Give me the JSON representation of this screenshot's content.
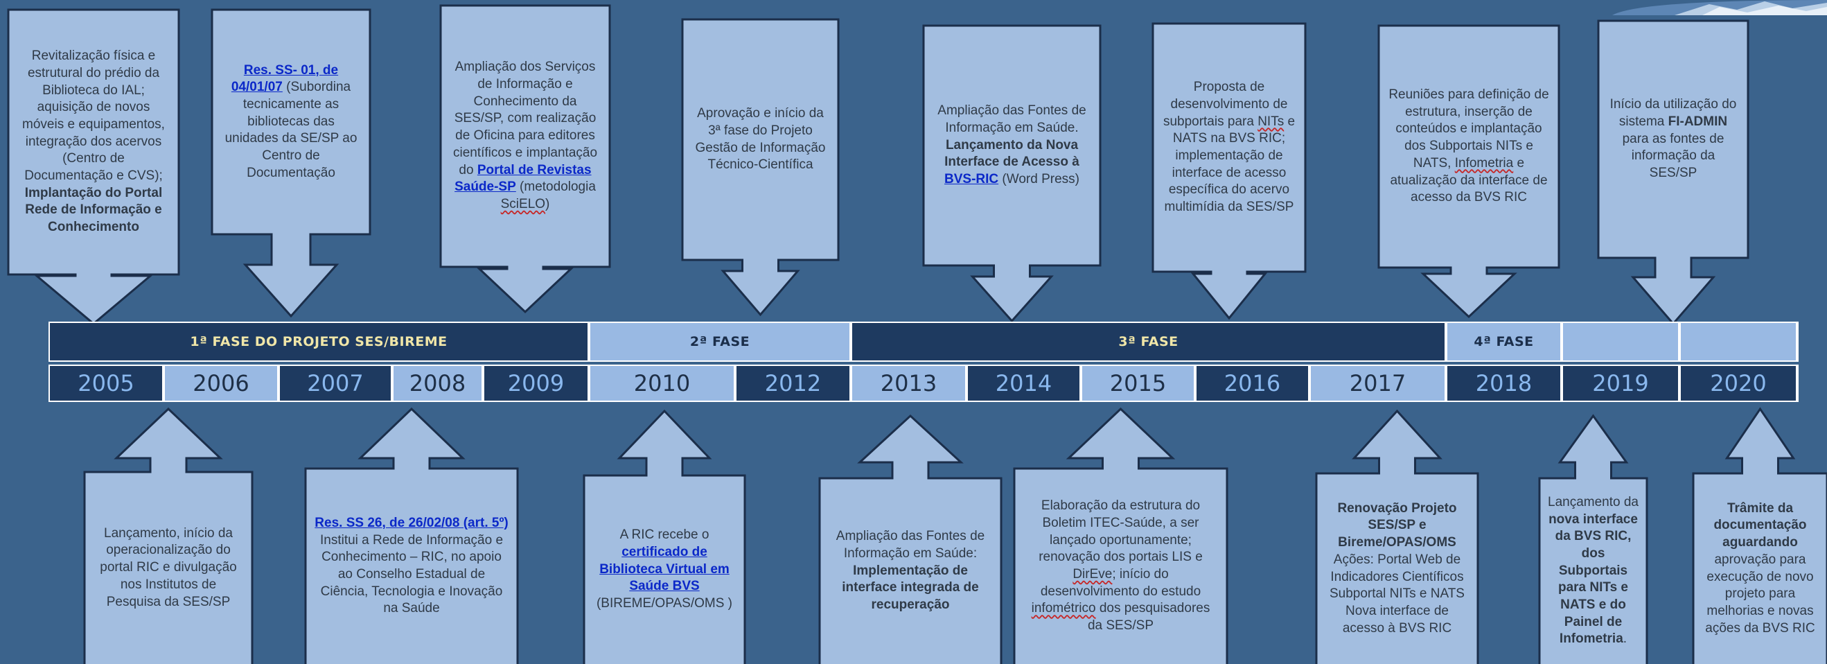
{
  "colors": {
    "background": "#3b638c",
    "callout_fill": "#a3bee0",
    "callout_stroke": "#1b2e4a",
    "bar_dark": "#1e3a60",
    "bar_light": "#99b9e3",
    "text": "#2f3a47",
    "link": "#0b28c8",
    "phase_text_dark": "#f0e6a8",
    "phase_text_light": "#1b2e4a",
    "year_text_dark": "#8ab8ee",
    "year_text_light": "#1e2f46"
  },
  "phases": [
    {
      "label": "1ª FASE DO PROJETO  SES/BIREME",
      "style": "dark"
    },
    {
      "label": "2ª FASE",
      "style": "light"
    },
    {
      "label": "3ª FASE",
      "style": "dark"
    },
    {
      "label": "4ª FASE",
      "style": "light"
    },
    {
      "label": "",
      "style": "light"
    },
    {
      "label": "",
      "style": "light"
    }
  ],
  "years": [
    {
      "label": "2005",
      "style": "dark"
    },
    {
      "label": "2006",
      "style": "light"
    },
    {
      "label": "2007",
      "style": "dark"
    },
    {
      "label": "2008",
      "style": "light"
    },
    {
      "label": "2009",
      "style": "dark"
    },
    {
      "label": "2010",
      "style": "light"
    },
    {
      "label": "2012",
      "style": "dark"
    },
    {
      "label": "2013",
      "style": "light"
    },
    {
      "label": "2014",
      "style": "dark"
    },
    {
      "label": "2015",
      "style": "light"
    },
    {
      "label": "2016",
      "style": "dark"
    },
    {
      "label": "2017",
      "style": "light"
    },
    {
      "label": "2018",
      "style": "dark"
    },
    {
      "label": "2019",
      "style": "dark"
    },
    {
      "label": "2020",
      "style": "dark"
    }
  ],
  "top_callouts": [
    {
      "segments": [
        {
          "t": "Revitalização física e estrutural do prédio da Biblioteca do IAL;  aquisição de novos móveis e equipamentos, integração dos acervos (Centro de Documentação e CVS); "
        },
        {
          "t": "Implantação do Portal Rede de Informação e Conhecimento",
          "s": "b"
        }
      ]
    },
    {
      "segments": [
        {
          "t": "Res. SS- 01, de 04/01/07",
          "s": "link"
        },
        {
          "t": " (Subordina tecnicamente as bibliotecas  das unidades da SE/SP ao Centro de Documentação"
        }
      ]
    },
    {
      "segments": [
        {
          "t": "Ampliação dos Serviços de Informação e Conhecimento da SES/SP,  com realização de Oficina para editores científicos e implantação do "
        },
        {
          "t": "Portal de Revistas Saúde-SP",
          "s": "link"
        },
        {
          "t": " (metodologia "
        },
        {
          "t": "SciELO",
          "s": "sq"
        },
        {
          "t": ")"
        }
      ]
    },
    {
      "segments": [
        {
          "t": "Aprovação  e início da 3ª fase do Projeto Gestão de Informação Técnico-Científica"
        }
      ]
    },
    {
      "segments": [
        {
          "t": "Ampliação das Fontes de Informação em Saúde. "
        },
        {
          "t": "Lançamento da ",
          "s": "b"
        },
        {
          "t": "Nova Interface de Acesso à ",
          "s": "b"
        },
        {
          "t": "BVS-RIC",
          "s": "link"
        },
        {
          "t": "  (Word Press)"
        }
      ]
    },
    {
      "segments": [
        {
          "t": "Proposta de desenvolvimento de subportais para "
        },
        {
          "t": "NITs",
          "s": "sq"
        },
        {
          "t": " e NATS na BVS RIC; implementação de interface de acesso específica do acervo multimídia da SES/SP"
        }
      ]
    },
    {
      "segments": [
        {
          "t": "Reuniões para definição de estrutura, inserção de conteúdos e implantação dos Subportais NITs e NATS, "
        },
        {
          "t": "Infometria",
          "s": "sq"
        },
        {
          "t": " e atualização da interface de acesso da BVS RIC"
        }
      ]
    },
    {
      "segments": [
        {
          "t": "Início da utilização do sistema "
        },
        {
          "t": "FI-ADMIN",
          "s": "b"
        },
        {
          "t": "  para as fontes de informação da SES/SP"
        }
      ]
    }
  ],
  "bottom_callouts": [
    {
      "segments": [
        {
          "t": "Lançamento, início da operacionalização do portal RIC e divulgação nos Institutos de Pesquisa da SES/SP"
        }
      ]
    },
    {
      "segments": [
        {
          "t": "Res. SS 26, de 26/02/08 (art. 5º)",
          "s": "link"
        },
        {
          "t": " Institui a Rede de Informação e Conhecimento – RIC, no apoio ao Conselho Estadual de Ciência, Tecnologia e Inovação na Saúde"
        }
      ]
    },
    {
      "segments": [
        {
          "t": "A RIC recebe o "
        },
        {
          "t": "certificado de Biblioteca  Virtual em Saúde BVS",
          "s": "link"
        },
        {
          "t": " (BIREME/OPAS/OMS )"
        }
      ]
    },
    {
      "segments": [
        {
          "t": "Ampliação das Fontes de Informação em Saúde: "
        },
        {
          "t": "Implementação de ",
          "s": "b"
        },
        {
          "t": "interface integrada de recuperação",
          "s": "b"
        }
      ]
    },
    {
      "segments": [
        {
          "t": "Elaboração da estrutura do Boletim ITEC-Saúde, a ser lançado oportunamente; renovação dos portais LIS e "
        },
        {
          "t": "DirEve",
          "s": "sq"
        },
        {
          "t": "; início do desenvolvimento do estudo "
        },
        {
          "t": "infométrico",
          "s": "sq"
        },
        {
          "t": " dos pesquisadores da SES/SP"
        }
      ]
    },
    {
      "segments": [
        {
          "t": "Renovação  Projeto SES/SP  e Bireme/OPAS/OMS",
          "s": "b"
        },
        {
          "t": " Ações: Portal Web de Indicadores Científicos Subportal NITs e NATS Nova interface de acesso à BVS RIC"
        }
      ]
    },
    {
      "segments": [
        {
          "t": "Lançamento da "
        },
        {
          "t": "nova interface da BVS RIC,  dos ",
          "s": "b"
        },
        {
          "t": "Subportais",
          "s": "b"
        },
        {
          "t": "  para ",
          "s": "b"
        },
        {
          "t": "NITs",
          "s": "b"
        },
        {
          "t": " e NATS  e do Painel de ",
          "s": "b"
        },
        {
          "t": "Infometria",
          "s": "b"
        },
        {
          "t": "."
        }
      ]
    },
    {
      "segments": [
        {
          "t": "Trâmite da documentação aguardando",
          "s": "b"
        },
        {
          "t": " aprovação para execução de novo projeto para melhorias e novas ações  da BVS  RIC"
        }
      ]
    }
  ]
}
